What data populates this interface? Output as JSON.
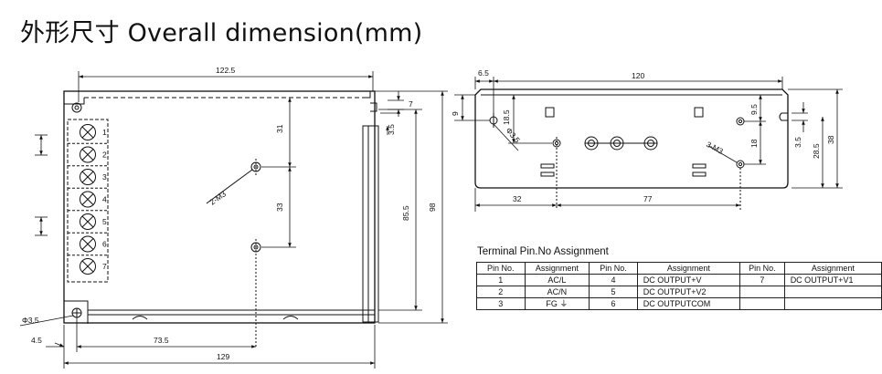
{
  "title": "外形尺寸 Overall dimension(mm)",
  "front_view": {
    "dims": {
      "width_top": "122.5",
      "height_inner": "85.5",
      "height_total": "98",
      "offset_top": "7",
      "notch": "3.5",
      "hole_from_top": "31",
      "hole_spacing": "33",
      "hole_label": "2-M3",
      "mount_hole": "Φ3.5",
      "left_offset": "4.5",
      "hole_x": "73.5",
      "width_total": "129"
    },
    "terminals": [
      "1",
      "2",
      "3",
      "4",
      "5",
      "6",
      "7"
    ]
  },
  "side_view": {
    "dims": {
      "length": "120",
      "left_offset": "6.5",
      "hole_height": "9",
      "bracket": "18.5",
      "hole_dia": "Φ3.5",
      "right_offset": "9.5",
      "hole_spacing": "18",
      "notch": "3.5",
      "height_inner": "28.5",
      "height_total": "38",
      "hole_label": "3-M3",
      "bottom_left": "32",
      "bottom_span": "77"
    }
  },
  "pin_table": {
    "caption": "Terminal Pin.No Assignment",
    "headers": [
      "Pin No.",
      "Assignment",
      "Pin No.",
      "Assignment",
      "Pin No.",
      "Assignment"
    ],
    "rows": [
      [
        "1",
        "AC/L",
        "4",
        "DC OUTPUT+V",
        "7",
        "DC OUTPUT+V1"
      ],
      [
        "2",
        "AC/N",
        "5",
        "DC OUTPUT+V2",
        "",
        ""
      ],
      [
        "3",
        "FG ⏚",
        "6",
        "DC OUTPUTCOM",
        "",
        ""
      ]
    ]
  }
}
